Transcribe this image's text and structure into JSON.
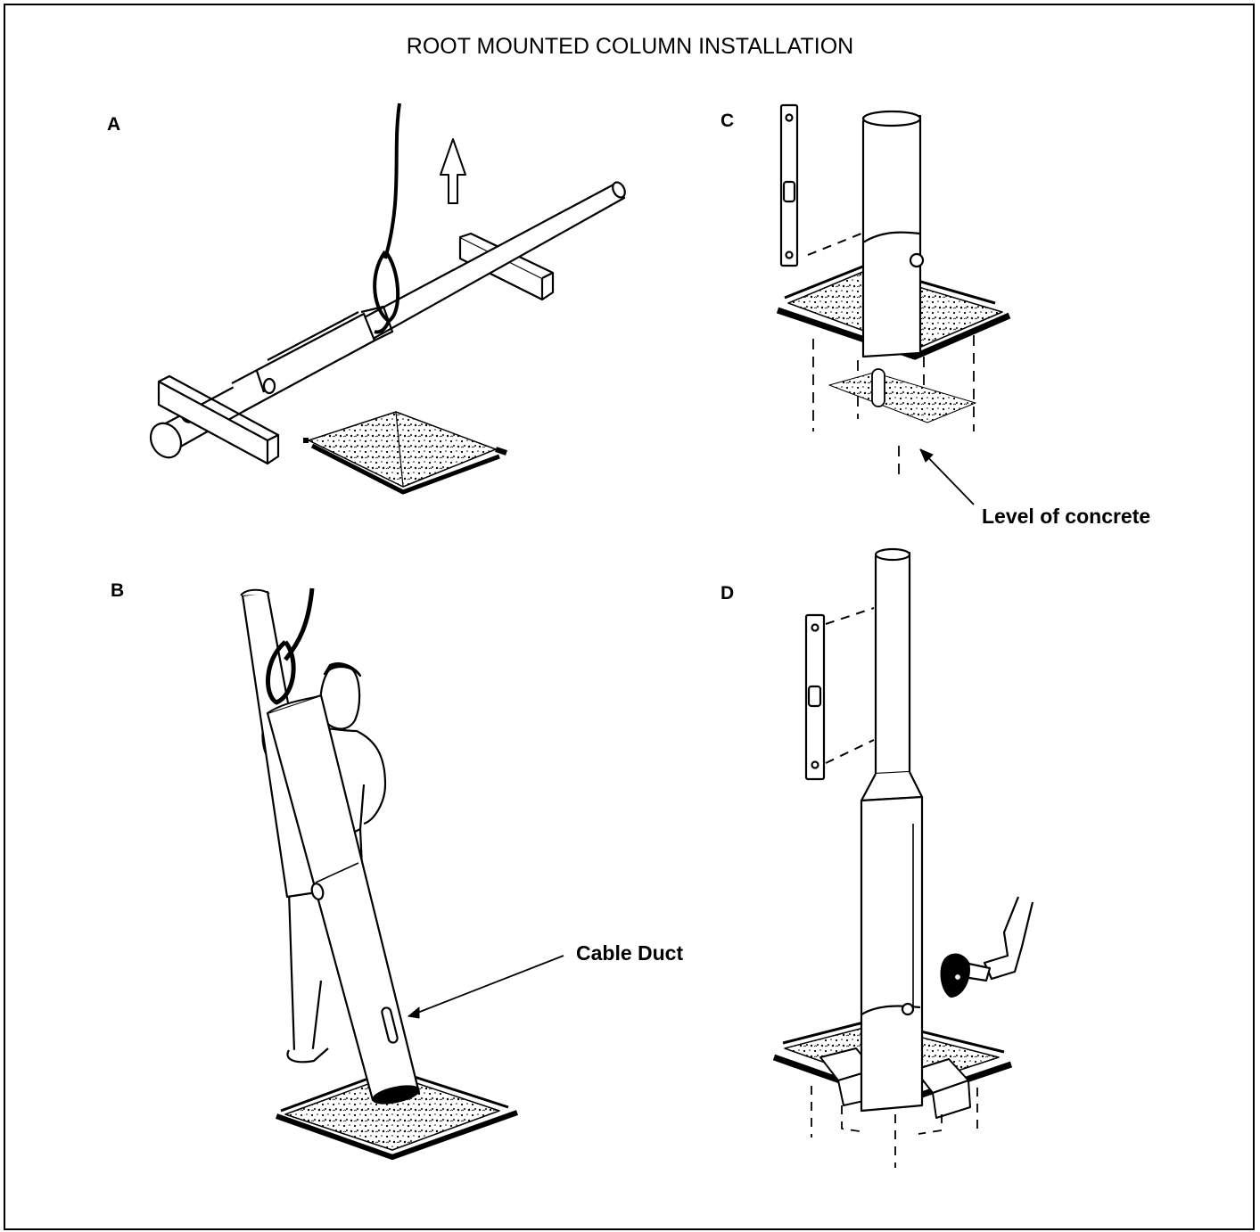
{
  "title": "ROOT MOUNTED COLUMN INSTALLATION",
  "panels": {
    "a": {
      "label": "A"
    },
    "b": {
      "label": "B",
      "callout": "Cable Duct"
    },
    "c": {
      "label": "C",
      "callout": "Level of concrete"
    },
    "d": {
      "label": "D"
    }
  },
  "colors": {
    "ink": "#000000",
    "paper": "#ffffff"
  }
}
